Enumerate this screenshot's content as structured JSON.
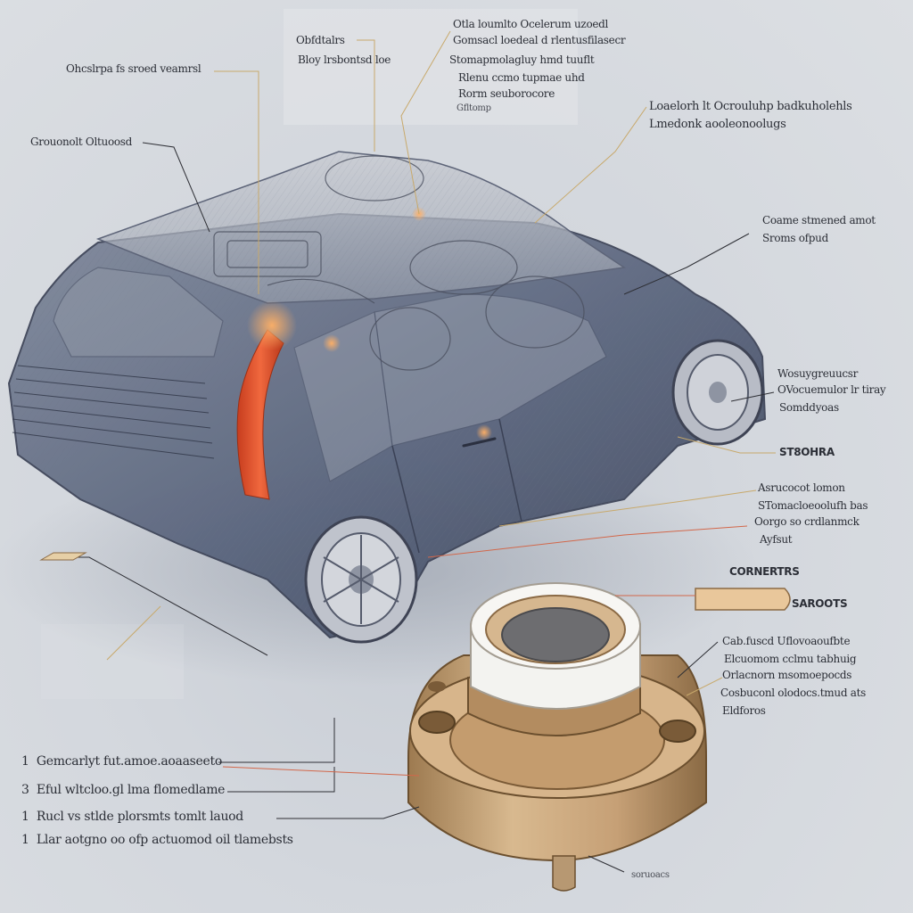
{
  "labels_top": [
    "Otla loumlto Ocelerum uzoedl",
    "Gomsacl loedeal d rlentusfilasecr",
    "Stomapmolagluy hmd tuuflt",
    "Rlenu ccmo tupmae uhd",
    "Rorm seuborocore",
    "Gfltomp"
  ],
  "labels_left_top": [
    "Obfdtalrs",
    "Bloy lrsbontsd loe"
  ],
  "label_upper_left": "Ohcslrpa fs sroed veamrsl",
  "label_mid_left": "Grouonolt Oltuoosd",
  "labels_right_upper": [
    "Loaelorh lt Ocrouluhp badkuholehls",
    "Lmedonk aooleonoolugs"
  ],
  "labels_right_mid": [
    "Coame stmened amot",
    "Sroms ofpud"
  ],
  "labels_right_wheel": [
    "Wosuygreuucsr",
    "OVocuemulor lr tiray",
    "Somddyoas"
  ],
  "label_right_code": "ST8OHRA",
  "labels_right_lower": [
    "Asrucocot lomon",
    "STomacloeoolufh bas",
    "Oorgo so crdlanmck",
    "Ayfsut"
  ],
  "label_cntrs": "CORNERTRS",
  "label_sensor": "SAROOTS",
  "labels_bearing": [
    "Cab.fuscd Uflovoaoufbte",
    "Elcuomom cclmu tabhuig",
    "Orlacnorn msomoepocds",
    "Cosbuconl olodocs.tmud ats",
    "Eldforos"
  ],
  "list_items": [
    {
      "num": "1",
      "text": "Gemcarlyt fut.amoe.aoaaseeto"
    },
    {
      "num": "3",
      "text": "Eful wltcloo.gl lma flomedlame"
    },
    {
      "num": "1",
      "text": "Rucl vs stlde plorsmts tomlt lauod"
    },
    {
      "num": "1",
      "text": "Llar aotgno oo ofp actuomod oil tlamebsts"
    }
  ],
  "label_bottom_right": "soruoacs",
  "colors": {
    "car_body": "#4e5a70",
    "car_wire": "#5b6378",
    "hose": "#e4532c",
    "bearing_bronze": "#c9a57a",
    "bearing_dark": "#8b6a45",
    "seal_white": "#f4f4f2",
    "leader_tan": "#c8a96b",
    "leader_dark": "#2e2f35",
    "leader_red": "#d2674a"
  }
}
